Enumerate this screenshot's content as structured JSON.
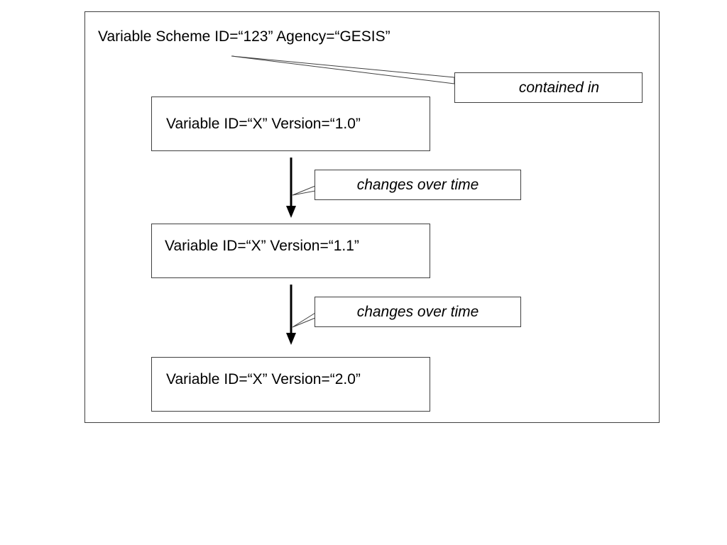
{
  "scheme": {
    "title": "Variable Scheme ID=“123” Agency=“GESIS”"
  },
  "callouts": {
    "contained_in": "contained in",
    "change_1": "changes over time",
    "change_2": "changes over time"
  },
  "versions": [
    {
      "label": "Variable ID=“X” Version=“1.0”"
    },
    {
      "label": "Variable ID=“X” Version=“1.1”"
    },
    {
      "label": "Variable ID=“X” Version=“2.0”"
    }
  ],
  "colors": {
    "line": "#000000",
    "border": "#404040",
    "background": "#ffffff"
  }
}
